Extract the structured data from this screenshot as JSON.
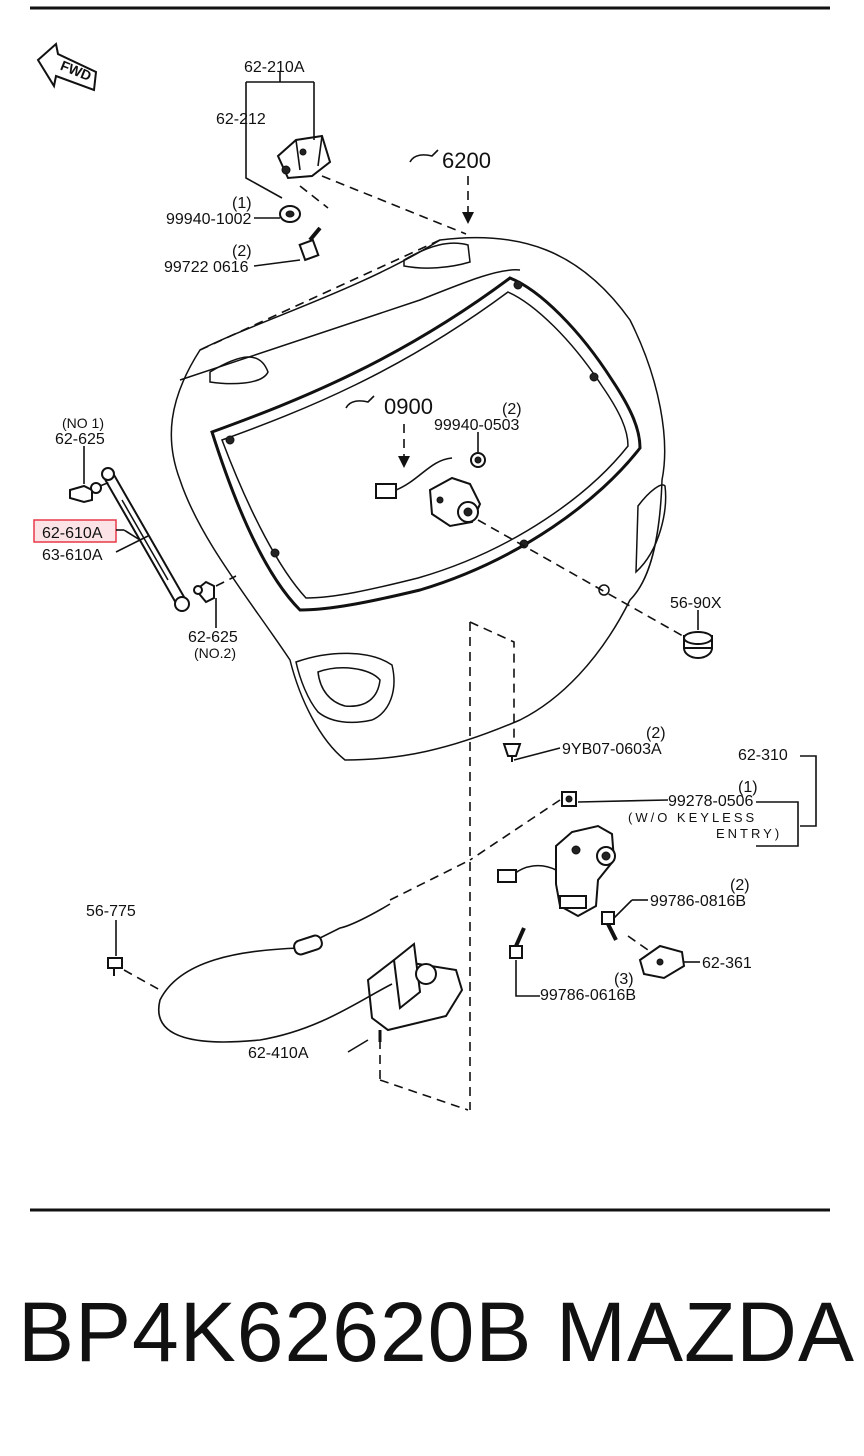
{
  "orientation_badge": "FWD",
  "labels": {
    "l_62_210A": "62-210A",
    "l_62_212": "62-212",
    "l_qty_1a": "(1)",
    "l_99940_1002": "99940-1002",
    "l_qty_2a": "(2)",
    "l_99722_0616": "99722 0616",
    "l_6200": "6200",
    "l_0900": "0900",
    "l_qty_2b": "(2)",
    "l_99940_0503": "99940-0503",
    "l_no1": "(NO 1)",
    "l_62_625_top": "62-625",
    "l_62_610A": "62-610A",
    "l_63_610A": "63-610A",
    "l_62_625_bottom": "62-625",
    "l_no2": "(NO.2)",
    "l_56_90X": "56-90X",
    "l_qty_2c": "(2)",
    "l_9YB07_0603A": "9YB07-0603A",
    "l_62_310": "62-310",
    "l_qty_1b": "(1)",
    "l_99278_0506": "99278-0506",
    "l_wo_keyless": "(W/O KEYLESS",
    "l_entry": "ENTRY)",
    "l_qty_2d": "(2)",
    "l_99786_0816B": "99786-0816B",
    "l_62_361": "62-361",
    "l_qty_3": "(3)",
    "l_99786_0616B": "99786-0616B",
    "l_56_775": "56-775",
    "l_62_410A": "62-410A"
  },
  "highlight": {
    "target": "62-610A",
    "color": "#e8394a",
    "fill": "#fbe3e6"
  },
  "footer": {
    "part_number": "BP4K62620B",
    "brand": "MAZDA"
  }
}
